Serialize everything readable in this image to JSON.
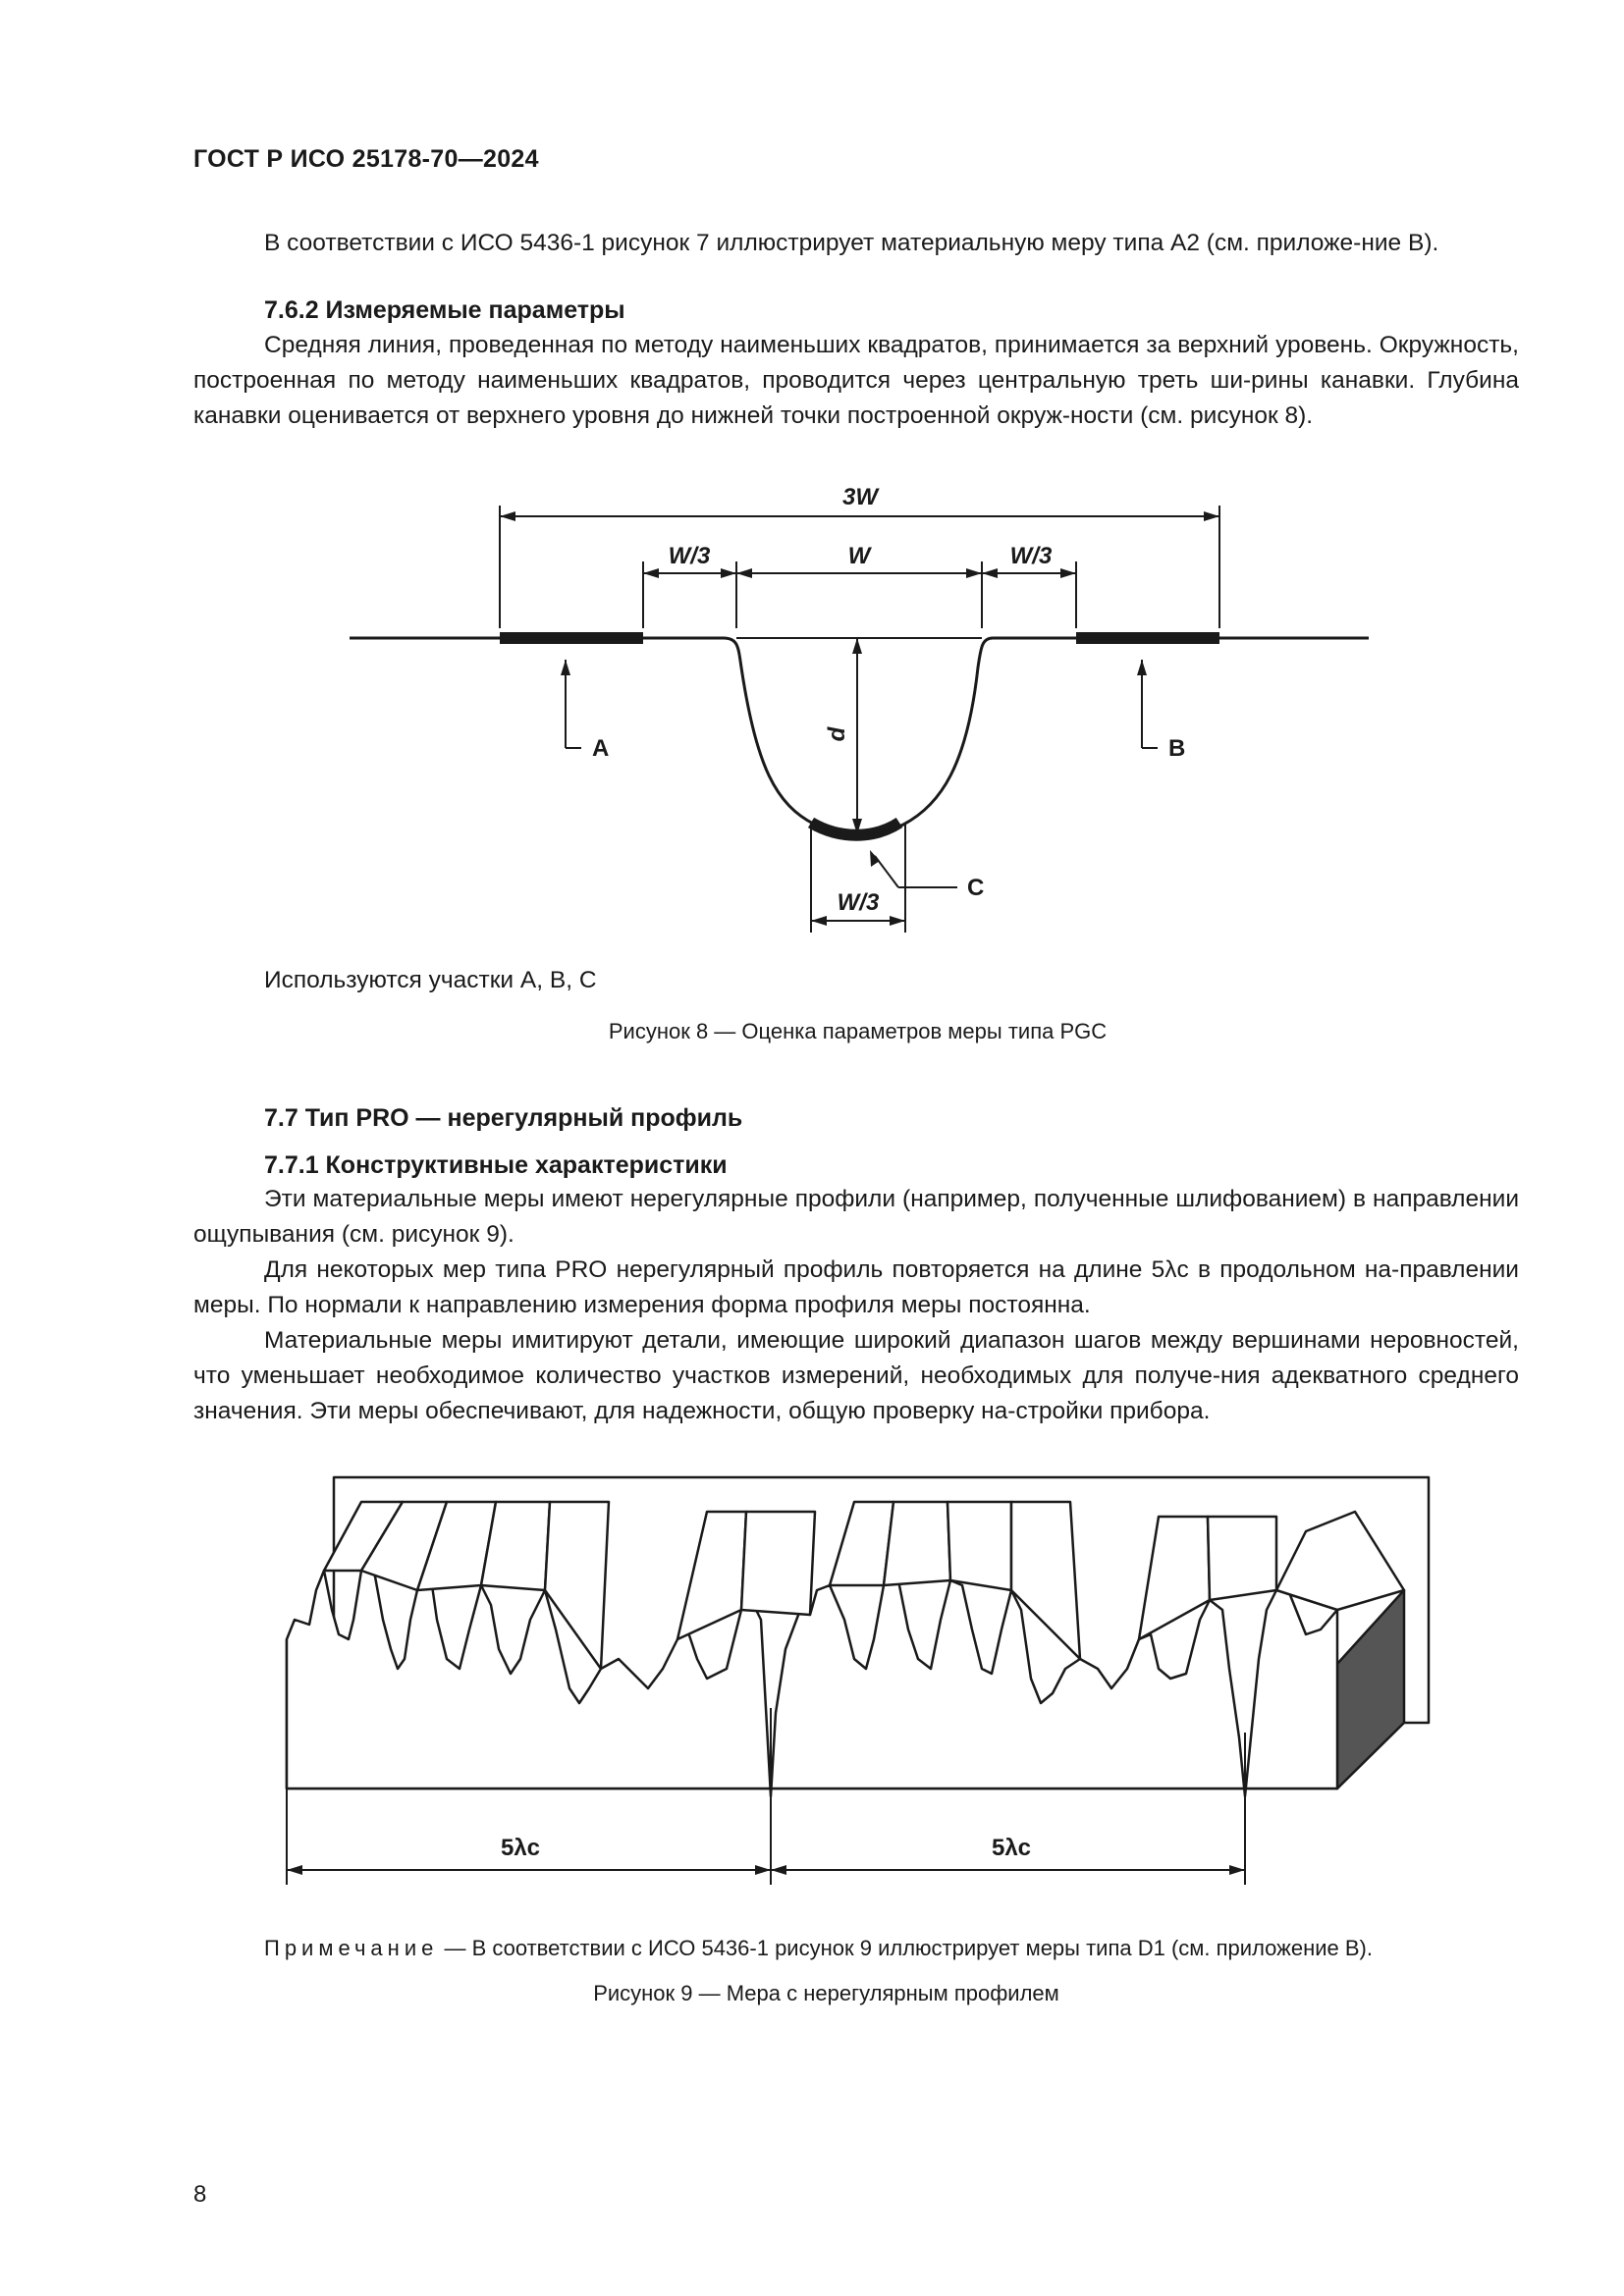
{
  "header": "ГОСТ Р ИСО 25178-70—2024",
  "p1": "В соответствии с ИСО 5436-1 рисунок 7 иллюстрирует материальную меру типа А2 (см. приложе-ние В).",
  "h_762": "7.6.2 Измеряемые параметры",
  "p2": "Средняя линия, проведенная по методу наименьших квадратов, принимается за верхний уровень. Окружность, построенная по методу наименьших квадратов, проводится через центральную треть ши-рины канавки. Глубина канавки оценивается от верхнего уровня до нижней точки построенной окруж-ности (см. рисунок 8).",
  "fig8": {
    "labels": {
      "three_w": "3W",
      "w_third_left": "W/3",
      "w": "W",
      "w_third_right": "W/3",
      "d": "d",
      "a": "A",
      "b": "B",
      "c": "C",
      "w_third_bottom": "W/3"
    },
    "note": "Используются участки А, В, С",
    "caption": "Рисунок 8 — Оценка параметров меры типа PGC"
  },
  "h_77": "7.7 Тип PRO — нерегулярный профиль",
  "h_771": "7.7.1 Конструктивные характеристики",
  "p3": "Эти материальные меры имеют нерегулярные профили (например, полученные шлифованием) в направлении ощупывания (см. рисунок 9).",
  "p4": "Для некоторых мер типа PRO нерегулярный профиль повторяется на длине 5λc в продольном на-правлении меры. По нормали к направлению измерения форма профиля меры постоянна.",
  "p5": "Материальные меры имитируют детали, имеющие широкий диапазон шагов между вершинами неровностей, что уменьшает необходимое количество участков измерений, необходимых для получе-ния адекватного среднего значения. Эти меры обеспечивают, для надежности, общую проверку на-стройки прибора.",
  "fig9": {
    "labels": {
      "len1": "5λc",
      "len2": "5λc"
    },
    "note_label": "Примечание",
    "note_text": "— В соответствии с ИСО 5436-1 рисунок 9 иллюстрирует меры типа D1 (см. приложение В).",
    "caption": "Рисунок 9 — Мера с нерегулярным профилем"
  },
  "page_number": "8"
}
